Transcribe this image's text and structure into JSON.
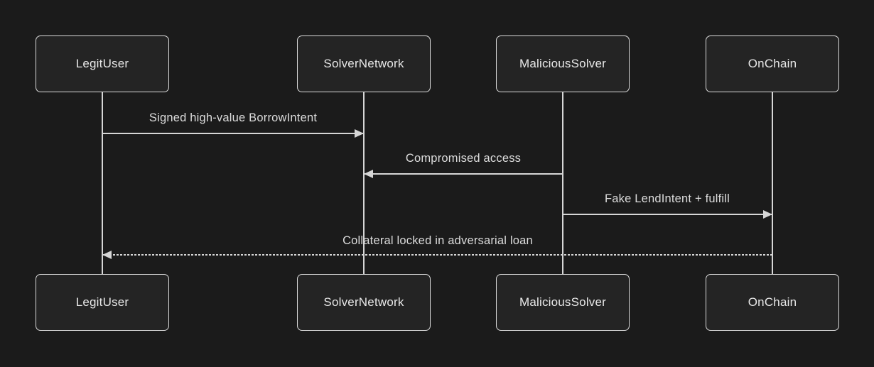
{
  "diagram": {
    "type": "sequence-diagram",
    "theme": "dark",
    "colors": {
      "background": "#1b1b1b",
      "actor_fill": "#242424",
      "actor_border": "#d9d9d9",
      "line": "#d6d6d6",
      "actor_text": "#e8e8e8",
      "message_text": "#dcdcdc"
    },
    "actors": [
      {
        "name": "LegitUser"
      },
      {
        "name": "SolverNetwork"
      },
      {
        "name": "MaliciousSolver"
      },
      {
        "name": "OnChain"
      }
    ],
    "messages": [
      {
        "label": "Signed high-value BorrowIntent",
        "from": "LegitUser",
        "to": "SolverNetwork",
        "line_style": "solid",
        "arrow_direction": "right"
      },
      {
        "label": "Compromised access",
        "from": "MaliciousSolver",
        "to": "SolverNetwork",
        "line_style": "solid",
        "arrow_direction": "left"
      },
      {
        "label": "Fake LendIntent + fulfill",
        "from": "MaliciousSolver",
        "to": "OnChain",
        "line_style": "solid",
        "arrow_direction": "right"
      },
      {
        "label": "Collateral locked in adversarial loan",
        "from": "OnChain",
        "to": "LegitUser",
        "line_style": "dotted",
        "arrow_direction": "left"
      }
    ]
  }
}
